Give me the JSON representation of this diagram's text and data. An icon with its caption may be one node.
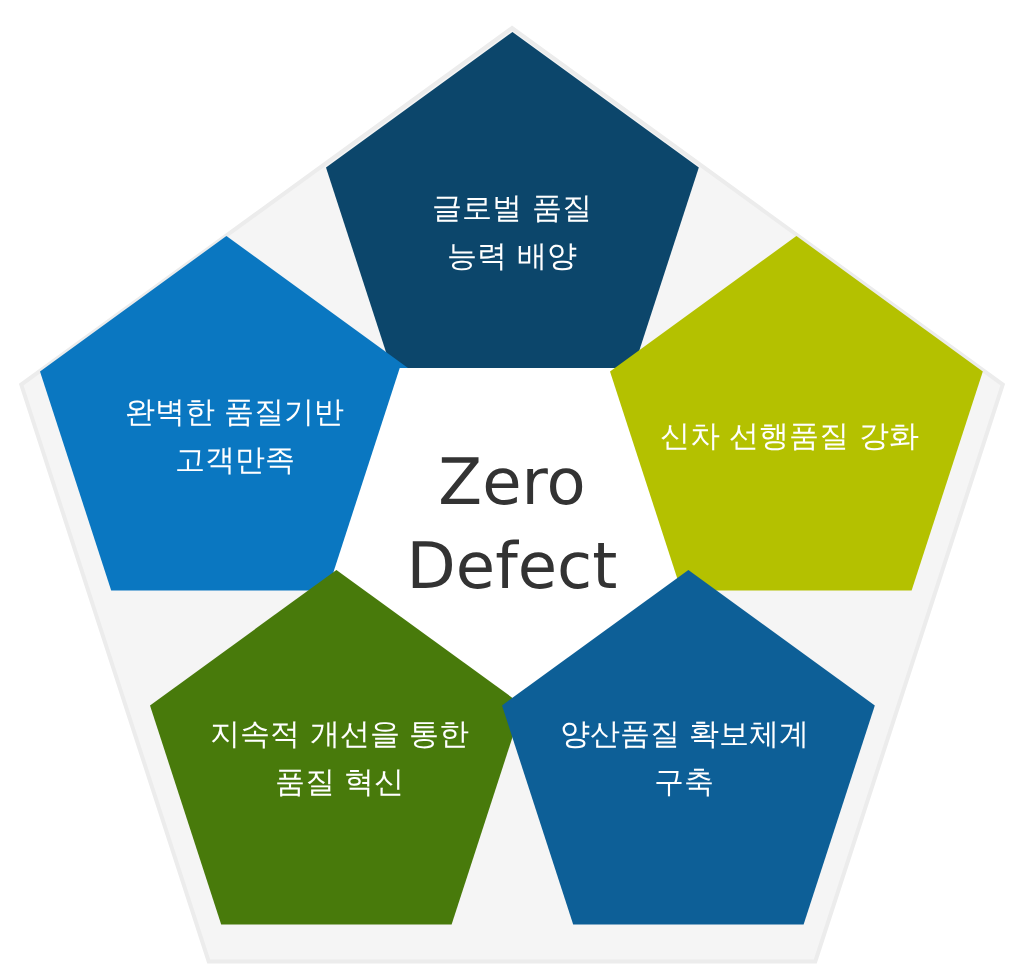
{
  "diagram": {
    "nodes": [
      {
        "text": [
          "글로벌 품질 능력 배양"
        ]
      },
      {
        "text": [
          "완벽한 품질기반 고객만족"
        ]
      },
      {
        "text": [
          "Zero Defect"
        ]
      },
      {
        "text": [
          "신차 선행품질 강화"
        ]
      },
      {
        "text": [
          "지속적 개선을 통한 품질 혁신"
        ]
      },
      {
        "text": [
          "양산품질 확보체계 구축"
        ]
      }
    ]
  }
}
